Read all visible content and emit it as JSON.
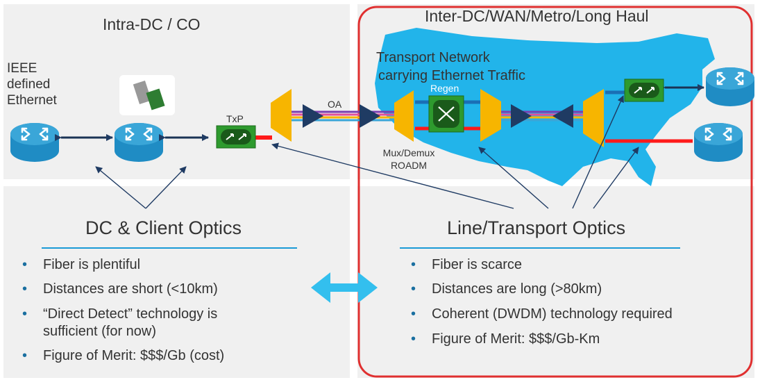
{
  "left_panel": {
    "title": "Intra-DC / CO",
    "ieee_label": [
      "IEEE",
      "defined",
      "Ethernet"
    ],
    "txp_label": "TxP",
    "oa_label": "OA"
  },
  "right_panel": {
    "title": "Inter-DC/WAN/Metro/Long Haul",
    "transport_label": [
      "Transport Network",
      "carrying Ethernet Traffic"
    ],
    "regen_label": "Regen",
    "mux_label": [
      "Mux/Demux",
      "ROADM"
    ]
  },
  "client_optics": {
    "heading": "DC & Client Optics",
    "bullets": [
      [
        "Fiber is plentiful"
      ],
      [
        "Distances are short (<10km)"
      ],
      [
        "“Direct Detect” technology is",
        "sufficient (for now)"
      ],
      [
        "Figure of Merit:  $$$/Gb (cost)"
      ]
    ]
  },
  "line_optics": {
    "heading": "Line/Transport Optics",
    "bullets": [
      [
        "Fiber is scarce"
      ],
      [
        "Distances are long (>80km)"
      ],
      [
        "Coherent (DWDM) technology required"
      ],
      [
        "Figure of Merit:  $$$/Gb-Km"
      ]
    ]
  },
  "colors": {
    "router_blue": "#1f8cc4",
    "map_blue": "#22b4ea",
    "mux_yellow": "#f7b500",
    "oa_navy": "#1f3b63",
    "accent_line": "#1a9ad6",
    "frame_red": "#e03030",
    "txp_green": "#2e9a2e"
  }
}
